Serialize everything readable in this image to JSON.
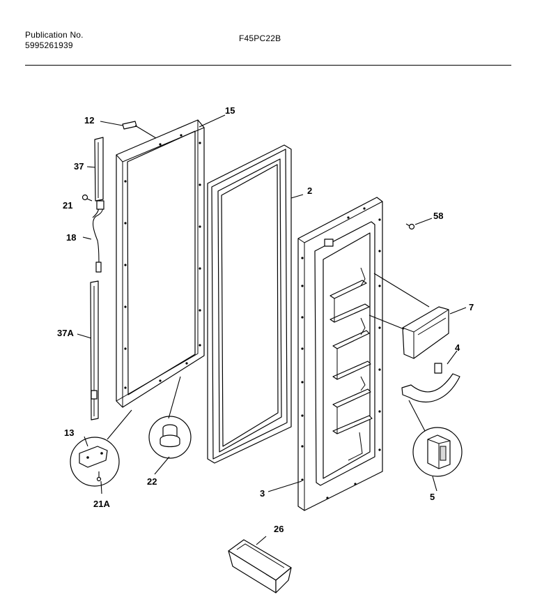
{
  "header": {
    "publication_label": "Publication No.",
    "publication_number": "5995261939",
    "model": "F45PC22B"
  },
  "callouts": {
    "c12": "12",
    "c15": "15",
    "c37": "37",
    "c21": "21",
    "c18": "18",
    "c37a": "37A",
    "c13": "13",
    "c21a": "21A",
    "c22": "22",
    "c2": "2",
    "c58": "58",
    "c7": "7",
    "c4": "4",
    "c5": "5",
    "c3": "3",
    "c26": "26"
  }
}
